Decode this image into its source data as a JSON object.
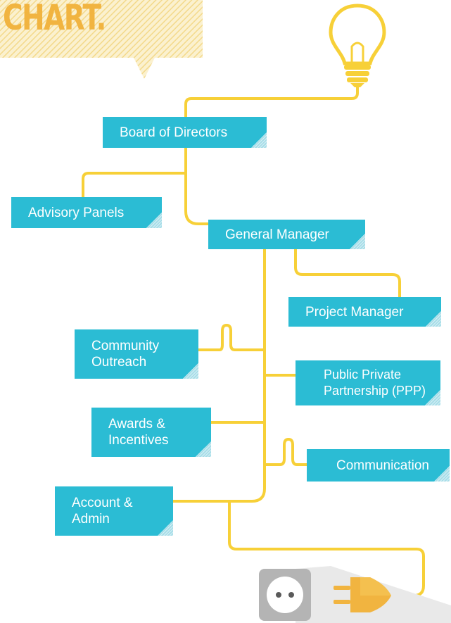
{
  "title": "CHART.",
  "colors": {
    "box": "#2bbcd4",
    "wire": "#f7d038",
    "accent": "#f1b440"
  },
  "nodes": [
    {
      "id": "board",
      "label": "Board of Directors"
    },
    {
      "id": "advisory",
      "label": "Advisory Panels"
    },
    {
      "id": "gm",
      "label": "General Manager"
    },
    {
      "id": "pm",
      "label": "Project Manager"
    },
    {
      "id": "community",
      "label": "Community\nOutreach"
    },
    {
      "id": "ppp",
      "label": "Public Private\nPartnership (PPP)"
    },
    {
      "id": "awards",
      "label": "Awards &\nIncentives"
    },
    {
      "id": "communication",
      "label": "Communication"
    },
    {
      "id": "account",
      "label": "Account &\nAdmin"
    }
  ],
  "icons": [
    "light-bulb-icon",
    "power-plug-icon",
    "wall-socket-icon"
  ]
}
